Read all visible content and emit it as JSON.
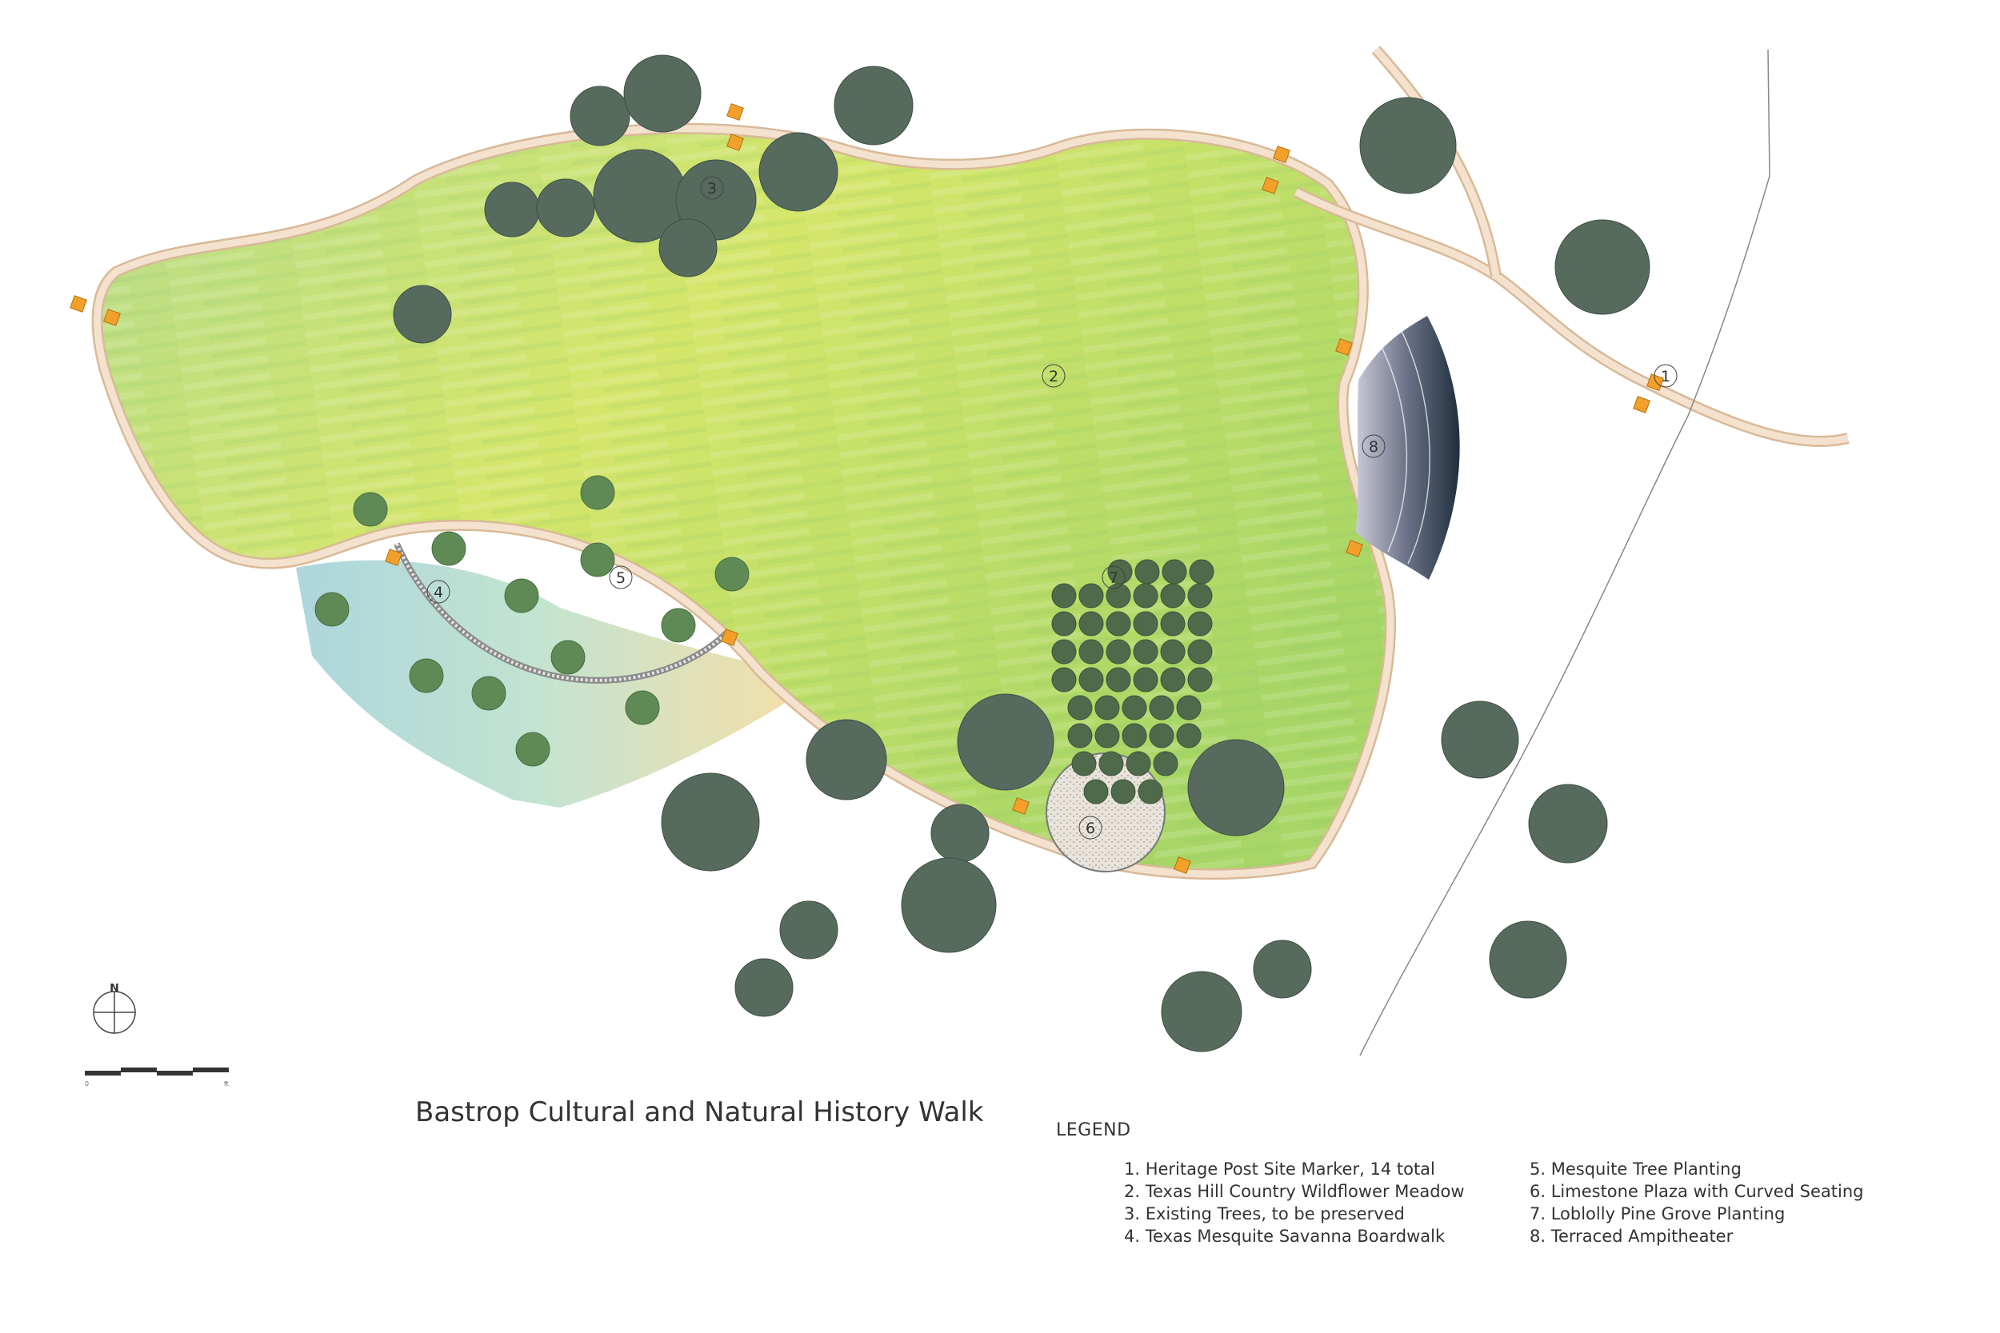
{
  "title": "Bastrop Cultural and Natural History Walk",
  "north_label": "N",
  "legend": {
    "heading": "LEGEND",
    "items": [
      "1. Heritage Post Site Marker, 14 total",
      "2. Texas Hill Country Wildflower Meadow",
      "3. Existing Trees, to be preserved",
      "4. Texas Mesquite Savanna Boardwalk",
      "5. Mesquite Tree Planting",
      "6. Limestone Plaza with Curved Seating",
      "7. Loblolly Pine Grove Planting",
      "8. Terraced Ampitheater"
    ]
  },
  "map_labels": [
    "1",
    "2",
    "3",
    "4",
    "5",
    "6",
    "7",
    "8"
  ],
  "scale_ticks": [
    "0",
    "",
    "",
    "ft"
  ],
  "colors": {
    "meadow": "#c8e06a",
    "path": "#f2dcc3",
    "path_edge": "#d9b998",
    "tree": "#566a5e",
    "mesquite": "#5f8a55",
    "marker": "#f2a02a",
    "amphitheater": "#2c3e4f"
  }
}
